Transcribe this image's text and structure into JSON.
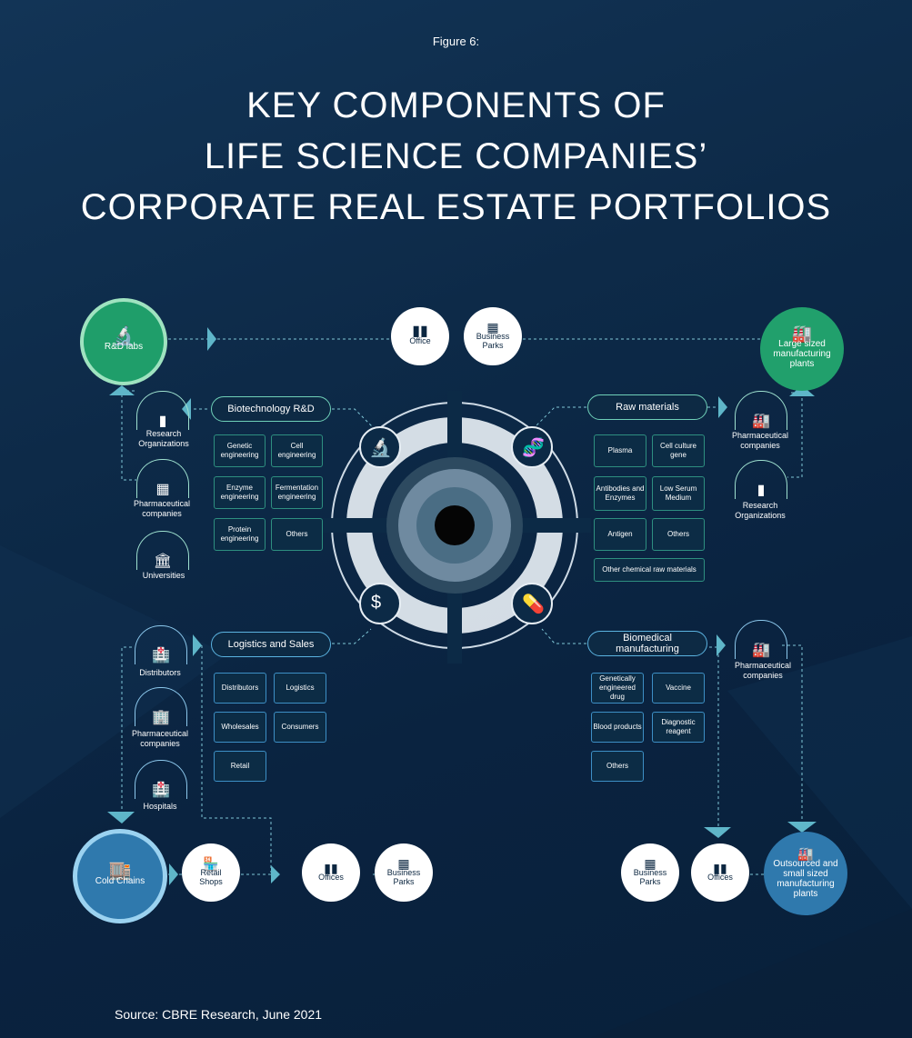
{
  "figure_label": "Figure 6:",
  "title_lines": [
    "KEY COMPONENTS OF",
    "LIFE SCIENCE COMPANIES’",
    "CORPORATE REAL ESTATE PORTFOLIOS"
  ],
  "top_circles": {
    "office": "Office",
    "business_parks_1": "Business",
    "business_parks_2": "Parks"
  },
  "hubs": {
    "rd_labs": "R&D labs",
    "large_plants": [
      "Large sized",
      "manufacturing",
      "plants"
    ],
    "cold_chains": "Cold Chains",
    "outsourced_plants": [
      "Outsourced and",
      "small sized",
      "manufacturing",
      "plants"
    ]
  },
  "left_top_icons": [
    {
      "label": [
        "Research",
        "Organizations"
      ],
      "icon": "building-icon"
    },
    {
      "label": [
        "Pharmaceutical",
        "companies"
      ],
      "icon": "office-building-icon"
    },
    {
      "label": [
        "Universities"
      ],
      "icon": "university-icon"
    }
  ],
  "right_top_icons": [
    {
      "label": [
        "Pharmaceutical",
        "companies"
      ],
      "icon": "factory-icon"
    },
    {
      "label": [
        "Research",
        "Organizations"
      ],
      "icon": "building-icon"
    }
  ],
  "left_bottom_icons": [
    {
      "label": [
        "Distributors"
      ],
      "icon": "hospital-building-icon"
    },
    {
      "label": [
        "Pharmaceutical",
        "companies"
      ],
      "icon": "city-buildings-icon"
    },
    {
      "label": [
        "Hospitals"
      ],
      "icon": "hospital-icon"
    }
  ],
  "right_bottom_icons": [
    {
      "label": [
        "Pharmaceutical",
        "companies"
      ],
      "icon": "factory-icon"
    }
  ],
  "sections": {
    "biotech": {
      "title": "Biotechnology R&D",
      "items": [
        "Genetic engineering",
        "Cell engineering",
        "Enzyme engineering",
        "Fermentation engineering",
        "Protein engineering",
        "Others"
      ]
    },
    "raw": {
      "title": "Raw materials",
      "items": [
        "Plasma",
        "Cell culture gene",
        "Antibodies and Enzymes",
        "Low Serum Medium",
        "Antigen",
        "Others",
        "Other chemical raw materials"
      ]
    },
    "logistics": {
      "title": "Logistics and Sales",
      "items": [
        "Distributors",
        "Logistics",
        "Wholesales",
        "Consumers",
        "Retail"
      ]
    },
    "biomedical": {
      "title": [
        "Biomedical",
        "manufacturing"
      ],
      "items": [
        "Genetically engineered drug",
        "Vaccine",
        "Blood products",
        "Diagnostic reagent",
        "Others"
      ]
    }
  },
  "bottom_circles": {
    "retail": [
      "Retail",
      "Shops"
    ],
    "offices_left": "Offices",
    "business_parks_left": [
      "Business",
      "Parks"
    ],
    "business_parks_right": [
      "Business",
      "Parks"
    ],
    "offices_right": "Offices"
  },
  "center_icons": [
    "microscope-icon",
    "dna-icon",
    "money-cycle-icon",
    "pills-icon"
  ],
  "colors": {
    "green": "#1f9e6a",
    "teal": "#6fd0b8",
    "blue": "#2f79ad",
    "background": "#0d2a48"
  },
  "source": "Source: CBRE Research, June 2021"
}
